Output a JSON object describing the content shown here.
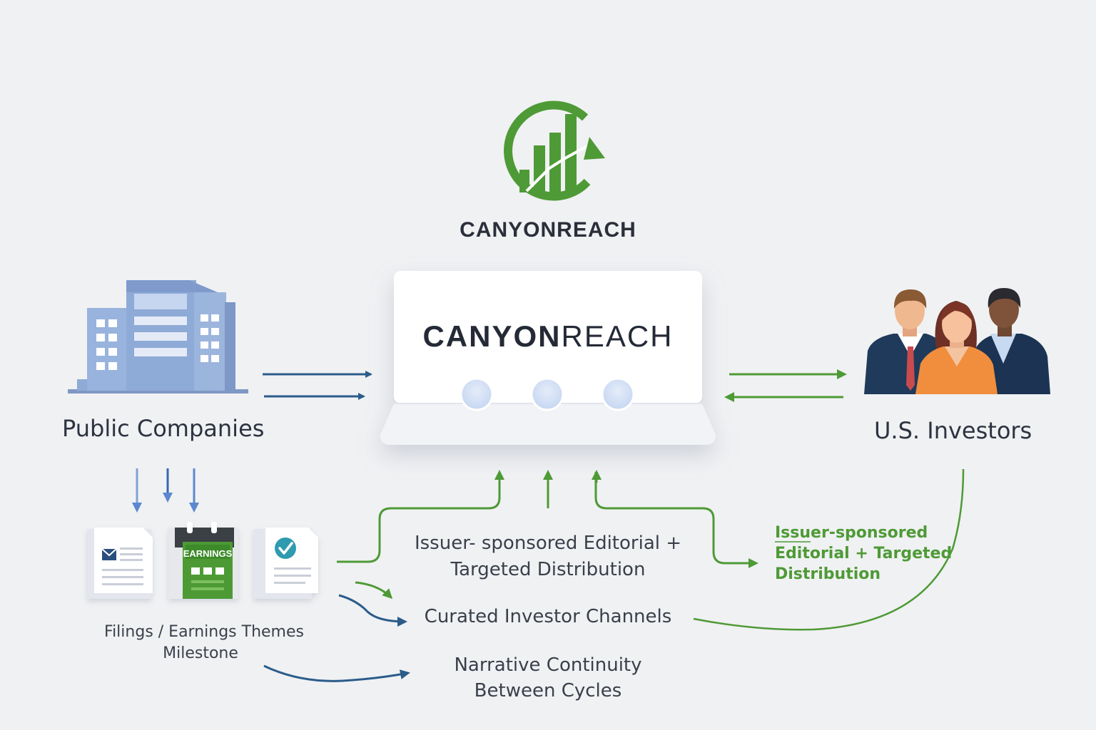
{
  "brand": {
    "logo_wordmark": "CANYONREACH",
    "platform_name_bold": "CANYON",
    "platform_name_light": "REACH"
  },
  "actors": {
    "left": "Public Companies",
    "right": "U.S. Investors"
  },
  "documents": {
    "badge": "EARNINGS",
    "caption_line1": "Filings / Earnings Themes",
    "caption_line2": "Milestone"
  },
  "services": {
    "editorial_line1": "Issuer- sponsored Editorial +",
    "editorial_line2": "Targeted Distribution",
    "channels": "Curated Investor Channels",
    "continuity_line1": "Narrative Continuity",
    "continuity_line2": "Between Cycles"
  },
  "callout": {
    "line1": "Issuer-sponsored",
    "line2": "Editorial + Targeted",
    "line3": "Distribution"
  },
  "colors": {
    "green": "#4e9a36",
    "navy": "#2b5c8a",
    "building": "#8eaad6",
    "background": "#f0f1f3"
  }
}
